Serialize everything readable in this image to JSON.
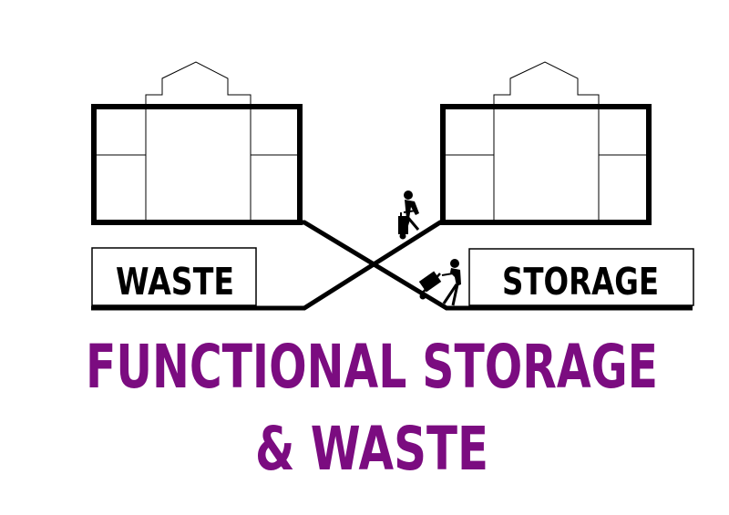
{
  "labels": {
    "left_box": "WASTE",
    "right_box": "STORAGE"
  },
  "title": {
    "line1": "FUNCTIONAL STORAGE",
    "line2": "& WASTE"
  },
  "colors": {
    "title": "#7b0c80",
    "ink": "#000000",
    "background": "#ffffff"
  },
  "icons": {
    "figure_upper": "worker-with-hand-truck-icon",
    "figure_lower": "worker-with-hand-truck-icon"
  }
}
